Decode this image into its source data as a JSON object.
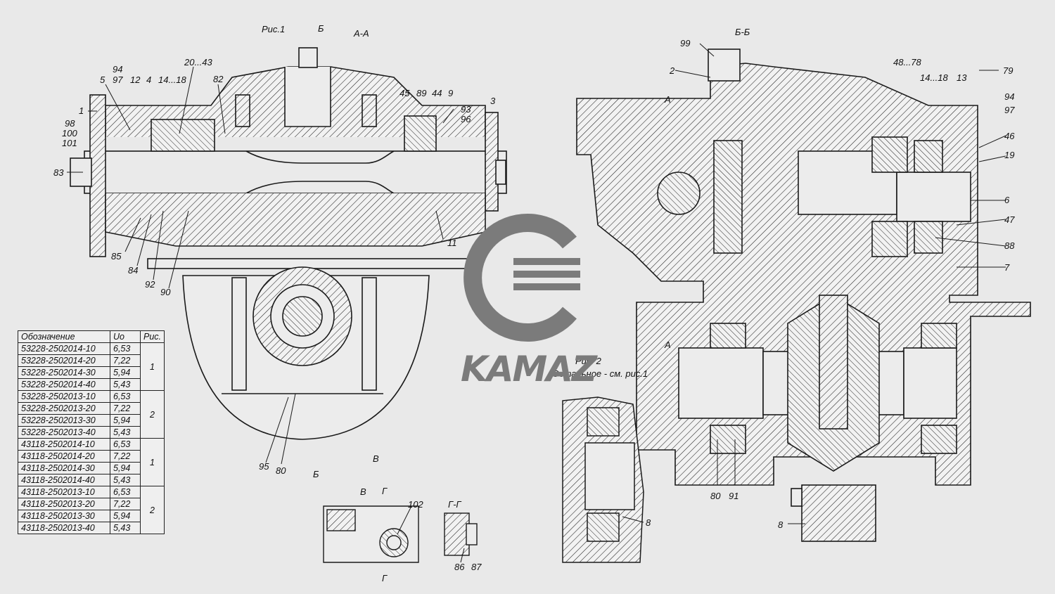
{
  "titles": {
    "fig1": "Рис.1",
    "section_aa": "А-А",
    "section_bb": "Б-Б",
    "fig2": "Рис. 2",
    "fig2_note": "Остальное - см. рис.1",
    "view_v": "В",
    "section_gg": "Г-Г"
  },
  "markers": {
    "b_top": "Б",
    "b_bottom": "Б",
    "v_arrow": "В",
    "a_upper": "А",
    "a_lower": "А",
    "g_upper": "Г",
    "g_lower": "Г"
  },
  "logo": {
    "text": "KAMAZ",
    "color": "#7b7b7b"
  },
  "callouts_left": [
    {
      "id": "c94l",
      "text": "94"
    },
    {
      "id": "c5",
      "text": "5"
    },
    {
      "id": "c97l",
      "text": "97"
    },
    {
      "id": "c12",
      "text": "12"
    },
    {
      "id": "c4",
      "text": "4"
    },
    {
      "id": "c1418l",
      "text": "14...18"
    },
    {
      "id": "c2043",
      "text": "20...43"
    },
    {
      "id": "c82",
      "text": "82"
    },
    {
      "id": "c1",
      "text": "1"
    },
    {
      "id": "c98",
      "text": "98"
    },
    {
      "id": "c100",
      "text": "100"
    },
    {
      "id": "c101",
      "text": "101"
    },
    {
      "id": "c83",
      "text": "83"
    },
    {
      "id": "c85",
      "text": "85"
    },
    {
      "id": "c84",
      "text": "84"
    },
    {
      "id": "c92",
      "text": "92"
    },
    {
      "id": "c90",
      "text": "90"
    },
    {
      "id": "c45",
      "text": "45"
    },
    {
      "id": "c89",
      "text": "89"
    },
    {
      "id": "c44",
      "text": "44"
    },
    {
      "id": "c9",
      "text": "9"
    },
    {
      "id": "c3",
      "text": "3"
    },
    {
      "id": "c93",
      "text": "93"
    },
    {
      "id": "c96",
      "text": "96"
    },
    {
      "id": "c11",
      "text": "11"
    },
    {
      "id": "c95",
      "text": "95"
    },
    {
      "id": "c80l",
      "text": "80"
    },
    {
      "id": "c102",
      "text": "102"
    },
    {
      "id": "c86",
      "text": "86"
    },
    {
      "id": "c87",
      "text": "87"
    }
  ],
  "callouts_right": [
    {
      "id": "c99",
      "text": "99"
    },
    {
      "id": "c2",
      "text": "2"
    },
    {
      "id": "c4878",
      "text": "48...78"
    },
    {
      "id": "c79",
      "text": "79"
    },
    {
      "id": "c1418r",
      "text": "14...18"
    },
    {
      "id": "c13",
      "text": "13"
    },
    {
      "id": "c94r",
      "text": "94"
    },
    {
      "id": "c97r",
      "text": "97"
    },
    {
      "id": "c46",
      "text": "46"
    },
    {
      "id": "c19",
      "text": "19"
    },
    {
      "id": "c6",
      "text": "6"
    },
    {
      "id": "c47",
      "text": "47"
    },
    {
      "id": "c88",
      "text": "88"
    },
    {
      "id": "c7",
      "text": "7"
    },
    {
      "id": "c80r",
      "text": "80"
    },
    {
      "id": "c91",
      "text": "91"
    },
    {
      "id": "c8r",
      "text": "8"
    },
    {
      "id": "c8f2",
      "text": "8"
    }
  ],
  "table": {
    "headers": [
      "Обозначение",
      "Uo",
      "Рис."
    ],
    "groups": [
      {
        "fig": "1",
        "rows": [
          [
            "53228-2502014-10",
            "6,53"
          ],
          [
            "53228-2502014-20",
            "7,22"
          ],
          [
            "53228-2502014-30",
            "5,94"
          ],
          [
            "53228-2502014-40",
            "5,43"
          ]
        ]
      },
      {
        "fig": "2",
        "rows": [
          [
            "53228-2502013-10",
            "6,53"
          ],
          [
            "53228-2502013-20",
            "7,22"
          ],
          [
            "53228-2502013-30",
            "5,94"
          ],
          [
            "53228-2502013-40",
            "5,43"
          ]
        ]
      },
      {
        "fig": "1",
        "rows": [
          [
            "43118-2502014-10",
            "6,53"
          ],
          [
            "43118-2502014-20",
            "7,22"
          ],
          [
            "43118-2502014-30",
            "5,94"
          ],
          [
            "43118-2502014-40",
            "5,43"
          ]
        ]
      },
      {
        "fig": "2",
        "rows": [
          [
            "43118-2502013-10",
            "6,53"
          ],
          [
            "43118-2502013-20",
            "7,22"
          ],
          [
            "43118-2502013-30",
            "5,94"
          ],
          [
            "43118-2502013-40",
            "5,43"
          ]
        ]
      }
    ]
  }
}
